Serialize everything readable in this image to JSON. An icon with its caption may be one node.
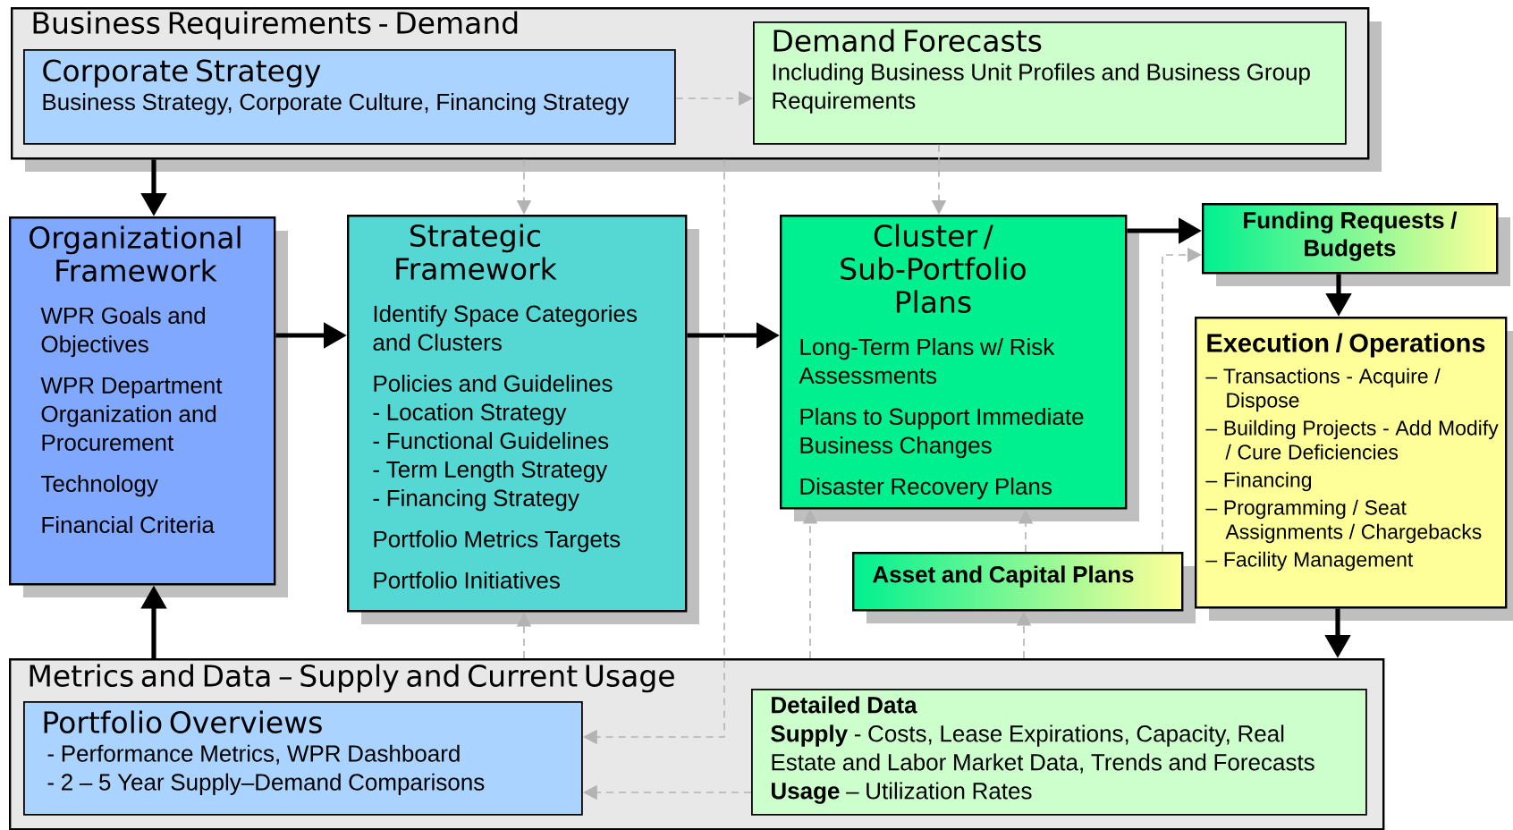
{
  "diagram": {
    "nodes": [
      {
        "text": [
          "Business Requirements - Demand"
        ]
      },
      {
        "text": [
          "Corporate Strategy",
          "Business Strategy, Corporate Culture, Financing Strategy"
        ],
        "in": 0
      },
      {
        "text": [
          "Demand Forecasts",
          "Including Business Unit Profiles and Business Group Requirements"
        ],
        "in": 0
      },
      {
        "text": [
          "Organizational Framework",
          "WPR Goals and Objectives",
          "WPR Department Organization and Procurement",
          "Technology",
          "Financial Criteria"
        ]
      },
      {
        "text": [
          "Strategic Framework",
          "Identify Space Categories and Clusters",
          "Policies and Guidelines",
          "- Location Strategy",
          "- Functional Guidelines",
          "- Term Length Strategy",
          "- Financing Strategy",
          "Portfolio Metrics Targets",
          "Portfolio Initiatives"
        ]
      },
      {
        "text": [
          "Cluster / Sub-Portfolio Plans",
          "Long-Term Plans w/ Risk Assessments",
          "Plans to Support Immediate Business Changes",
          "Disaster Recovery Plans"
        ]
      },
      {
        "text": [
          "Funding Requests / Budgets"
        ]
      },
      {
        "text": [
          "Execution / Operations",
          "– Transactions - Acquire / Dispose",
          "– Building Projects - Add Modify / Cure Deficiencies",
          "– Financing",
          "– Programming / Seat Assignments / Chargebacks",
          "– Facility Management"
        ]
      },
      {
        "text": [
          "Asset and Capital Plans"
        ]
      },
      {
        "text": [
          "Metrics and Data – Supply and Current Usage"
        ]
      },
      {
        "text": [
          "Portfolio Overviews",
          "- Performance Metrics, WPR Dashboard",
          "- 2 – 5 Year Supply–Demand Comparisons"
        ],
        "in": 9
      },
      {
        "text": [
          "Detailed Data",
          "**Supply** - Costs, Lease Expirations, Capacity, Real Estate and Labor Market Data, Trends and Forecasts",
          "**Usage** – Utilization Rates"
        ],
        "in": 9
      }
    ],
    "edges": [
      {
        "from": 1,
        "to": 2,
        "arrow": "to",
        "style": "dashed"
      },
      {
        "from": 0,
        "to": 3,
        "arrow": "to",
        "style": "thick",
        "color": "#000000"
      },
      {
        "from": 0,
        "to": 4,
        "arrow": "to",
        "style": "dashed"
      },
      {
        "from": 2,
        "to": 5,
        "arrow": "to",
        "style": "dashed"
      },
      {
        "from": 3,
        "to": 4,
        "arrow": "to",
        "style": "thick",
        "color": "#000000"
      },
      {
        "from": 4,
        "to": 5,
        "arrow": "to",
        "style": "thick",
        "color": "#000000"
      },
      {
        "from": 5,
        "to": 6,
        "arrow": "to",
        "style": "thick",
        "color": "#000000"
      },
      {
        "from": 8,
        "to": 6,
        "arrow": "to",
        "style": "dashed"
      },
      {
        "from": 6,
        "to": 7,
        "arrow": "to",
        "style": "thick",
        "color": "#000000"
      },
      {
        "from": 7,
        "to": 9,
        "arrow": "to",
        "style": "thick",
        "color": "#000000"
      },
      {
        "from": 9,
        "to": 3,
        "arrow": "to",
        "style": "thick",
        "color": "#000000"
      },
      {
        "from": 9,
        "to": 4,
        "arrow": "to",
        "style": "dashed"
      },
      {
        "from": 9,
        "to": 5,
        "arrow": "to",
        "style": "dashed"
      },
      {
        "from": 9,
        "to": 8,
        "arrow": "to",
        "style": "dashed"
      },
      {
        "from": 8,
        "to": 5,
        "arrow": "to",
        "style": "dashed"
      },
      {
        "from": 0,
        "to": 10,
        "arrow": "to",
        "style": "dashed"
      },
      {
        "from": 11,
        "to": 10,
        "arrow": "to",
        "style": "dashed"
      }
    ]
  }
}
